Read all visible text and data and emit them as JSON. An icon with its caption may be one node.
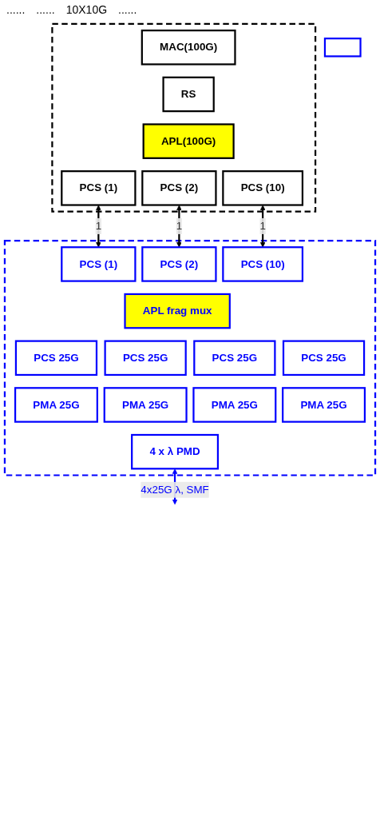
{
  "diagram": {
    "nodes": [
      {
        "text": [],
        "shape": "box"
      },
      {
        "text": [
          "MAC(100G)"
        ],
        "in": 0
      },
      {
        "text": [
          "RS"
        ],
        "in": 0
      },
      {
        "text": [
          "APL(100G)"
        ],
        "in": 0
      },
      {
        "text": [
          "PCS (1)"
        ],
        "in": 0
      },
      {
        "text": [
          "PCS (2)"
        ],
        "in": 0
      },
      {
        "text": [
          "PCS (10)"
        ],
        "in": 0
      },
      {
        "text": [],
        "shape": "box"
      },
      {
        "text": [
          "PCS (1)"
        ],
        "in": 7
      },
      {
        "text": [
          "PCS (2)"
        ],
        "in": 7
      },
      {
        "text": [
          "PCS (10)"
        ],
        "in": 7
      },
      {
        "text": [
          "APL frag mux"
        ],
        "in": 7
      },
      {
        "text": [
          "PCS 25G"
        ],
        "in": 7
      },
      {
        "text": [
          "PCS 25G"
        ],
        "in": 7
      },
      {
        "text": [
          "PCS 25G"
        ],
        "in": 7
      },
      {
        "text": [
          "PCS 25G"
        ],
        "in": 7
      },
      {
        "text": [
          "PMA 25G"
        ],
        "in": 7
      },
      {
        "text": [
          "PMA 25G"
        ],
        "in": 7
      },
      {
        "text": [
          "PMA 25G"
        ],
        "in": 7
      },
      {
        "text": [
          "PMA 25G"
        ],
        "in": 7
      },
      {
        "text": [
          "4 x λ PMD"
        ],
        "in": 7
      },
      {
        "text": [],
        "shape": "box"
      }
    ],
    "edges": [
      {
        "from": 4,
        "to": 8,
        "arrow": "both",
        "label": "1"
      },
      {
        "from": 5,
        "to": 9,
        "arrow": "both",
        "label": "1"
      },
      {
        "from": 6,
        "to": 10,
        "arrow": "both",
        "label": "1"
      },
      {
        "from": 20,
        "to": null,
        "arrow": "both",
        "label": "4x25G λ, SMF",
        "color": "#0000ff"
      }
    ],
    "labels": [
      "......",
      "......",
      "10X10G",
      "......"
    ]
  }
}
